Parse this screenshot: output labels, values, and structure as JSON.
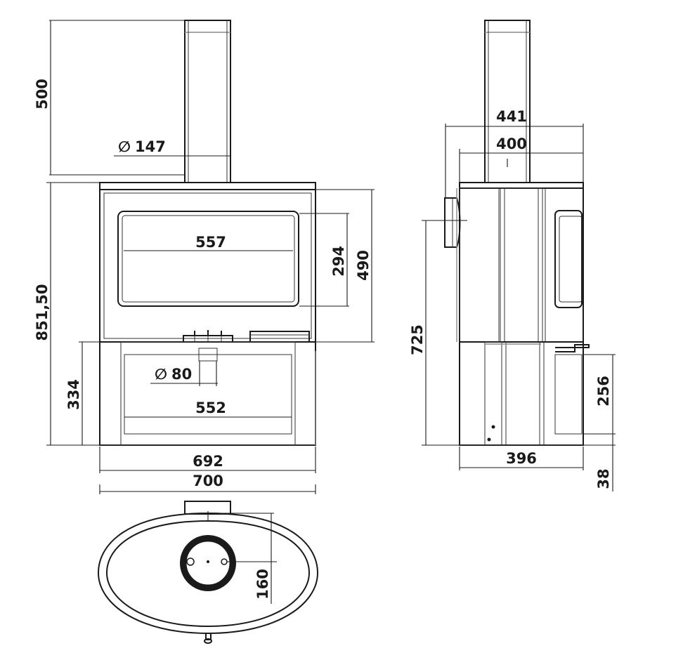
{
  "colors": {
    "line": "#1a1a1a",
    "secondary_line": "#8a8a8a",
    "background": "#ffffff"
  },
  "front_view": {
    "flue_height": "500",
    "flue_diameter_symbol": "∅",
    "flue_diameter": "147",
    "total_height": "851,50",
    "glass_width": "557",
    "glass_height": "294",
    "firebox_height": "490",
    "inlet_diameter_symbol": "∅",
    "inlet_diameter": "80",
    "base_height": "334",
    "log_store_width": "552",
    "body_width": "692",
    "top_width": "700"
  },
  "side_view": {
    "overall_depth": "441",
    "body_depth": "400",
    "flue_center_height": "725",
    "base_depth": "396",
    "log_store_height": "256",
    "foot_height": "38"
  },
  "top_view": {
    "flue_offset": "160"
  }
}
